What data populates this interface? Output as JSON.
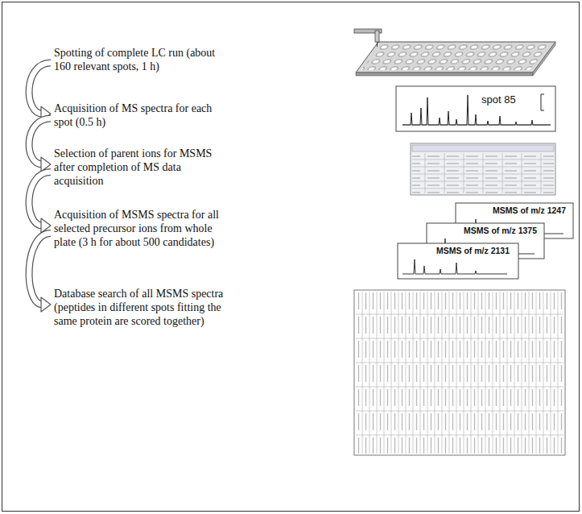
{
  "diagram": {
    "nodes": [
      {
        "text": [
          "Spotting of complete LC run (about 160 relevant spots, 1 h)"
        ]
      },
      {
        "text": [
          "Acquisition of MS spectra for each spot (0.5 h)"
        ]
      },
      {
        "text": [
          "Selection of parent ions for MSMS after completion of MS data acquisition"
        ]
      },
      {
        "text": [
          "Acquisition of MSMS spectra for all selected precursor ions from whole plate (3 h for about 500 candidates)"
        ]
      },
      {
        "text": [
          "Database search of all MSMS spectra (peptides in different spots fitting the same protein are scored together)"
        ]
      }
    ],
    "edges": [
      {
        "from": 0,
        "to": 1,
        "arrow": "to"
      },
      {
        "from": 1,
        "to": 2,
        "arrow": "to"
      },
      {
        "from": 2,
        "to": 3,
        "arrow": "to"
      },
      {
        "from": 3,
        "to": 4,
        "arrow": "to"
      }
    ],
    "labels": [
      "spot 85",
      "MSMS of m/z 1247",
      "MSMS of m/z 1375",
      "MSMS of m/z 2131"
    ]
  }
}
